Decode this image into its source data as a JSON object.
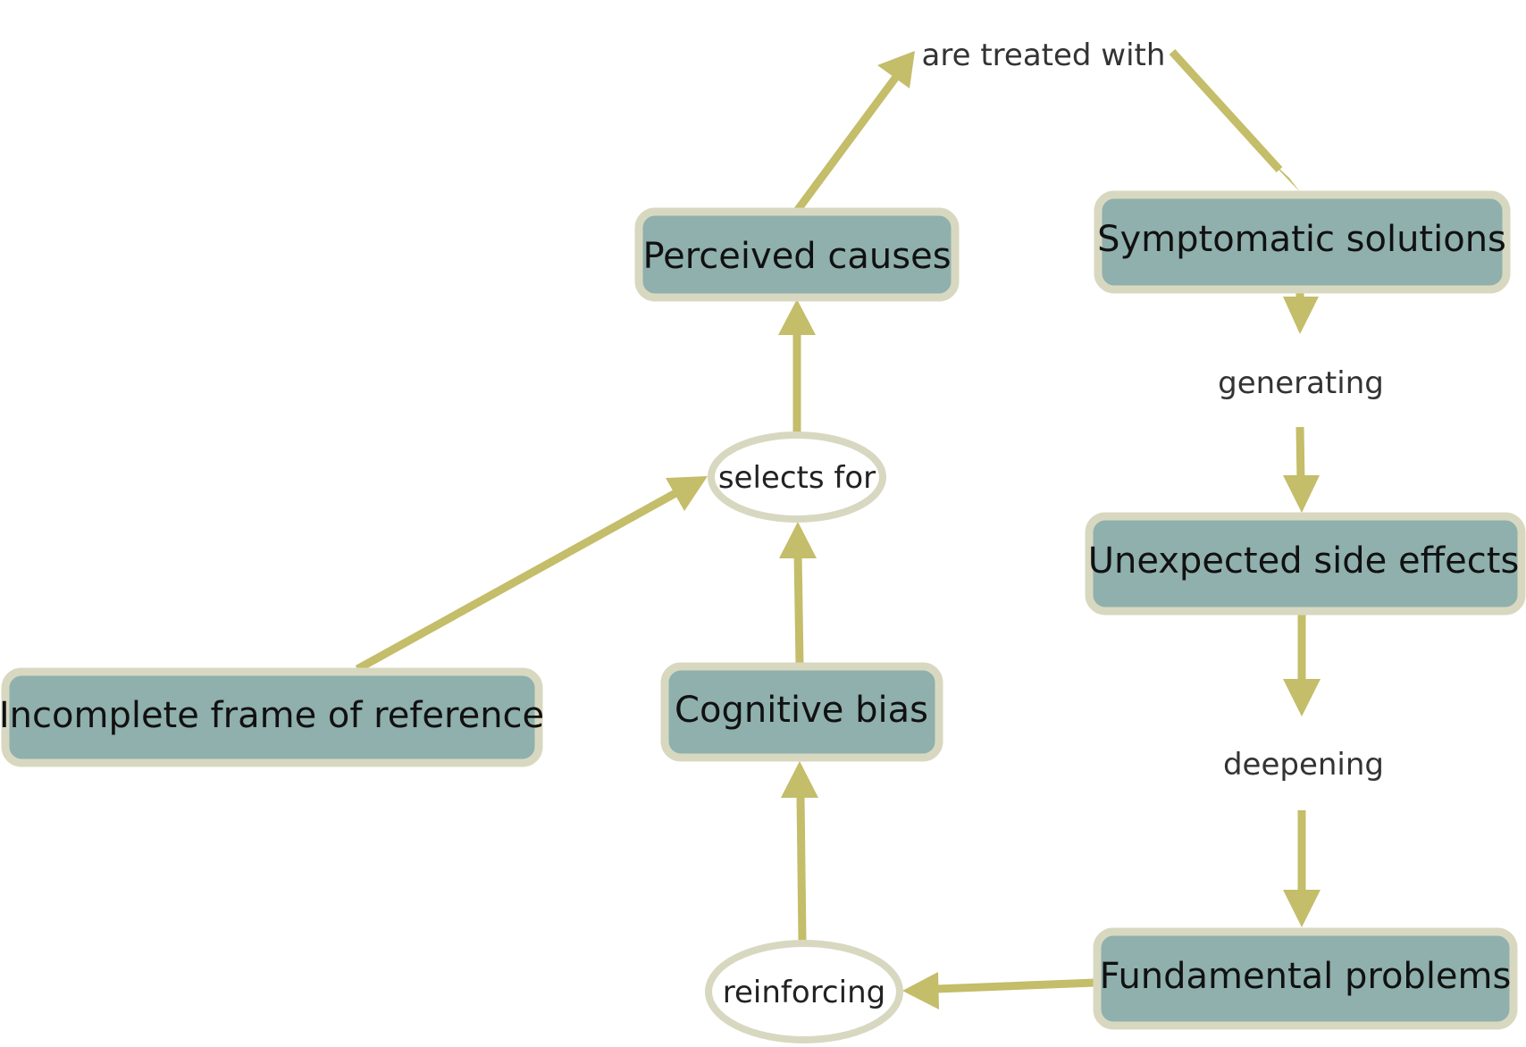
{
  "colors": {
    "node_fill": "#8fb0ad",
    "node_border": "#d8d8c1",
    "arrow": "#c4bd69",
    "oval_border": "#d8d8c1",
    "oval_fill": "#ffffff"
  },
  "nodes": {
    "perceived_causes": "Perceived causes",
    "symptomatic_solutions": "Symptomatic solutions",
    "unexpected_side_effects": "Unexpected side effects",
    "fundamental_problems": "Fundamental problems",
    "cognitive_bias": "Cognitive bias",
    "incomplete_frame": "Incomplete frame of reference"
  },
  "linking_phrases": {
    "are_treated_with": "are treated with",
    "generating": "generating",
    "deepening": "deepening",
    "selects_for": "selects for",
    "reinforcing": "reinforcing"
  }
}
